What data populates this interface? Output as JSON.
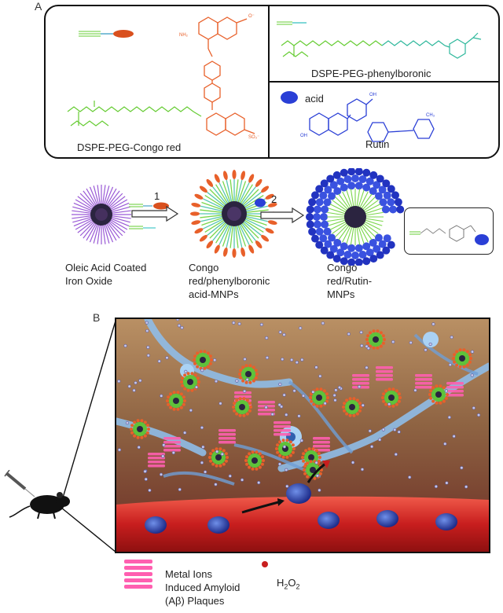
{
  "panel_a": {
    "letter": "A",
    "congo_label": "DSPE-PEG-Congo red",
    "phenylboronic_label": "DSPE-PEG-phenylboronic",
    "acid_label": "acid",
    "rutin_label": "Rutin"
  },
  "process": {
    "step1": "1",
    "step2": "2",
    "stage1_lines": [
      "Oleic Acid Coated",
      "Iron Oxide"
    ],
    "stage2_lines": [
      "Congo",
      "red/phenylboronic",
      "acid-MNPs"
    ],
    "stage3_lines": [
      "Congo",
      "red/Rutin-",
      "MNPs"
    ]
  },
  "panel_b": {
    "letter": "B"
  },
  "legend": {
    "plaque_lines": [
      "Metal Ions",
      "Induced Amyloid",
      "(Aβ) Plaques"
    ],
    "h2o2_main": "H",
    "h2o2_sub1": "2",
    "h2o2_mid": "O",
    "h2o2_sub2": "2"
  },
  "colors": {
    "congo_red": "#e8602a",
    "peg_green": "#66cc33",
    "rutin_blue": "#2a3fd6",
    "vessel_red": "#d42a2a",
    "neuron_blue": "#7fb2e5",
    "plaque_pink": "#ff5fb0"
  }
}
